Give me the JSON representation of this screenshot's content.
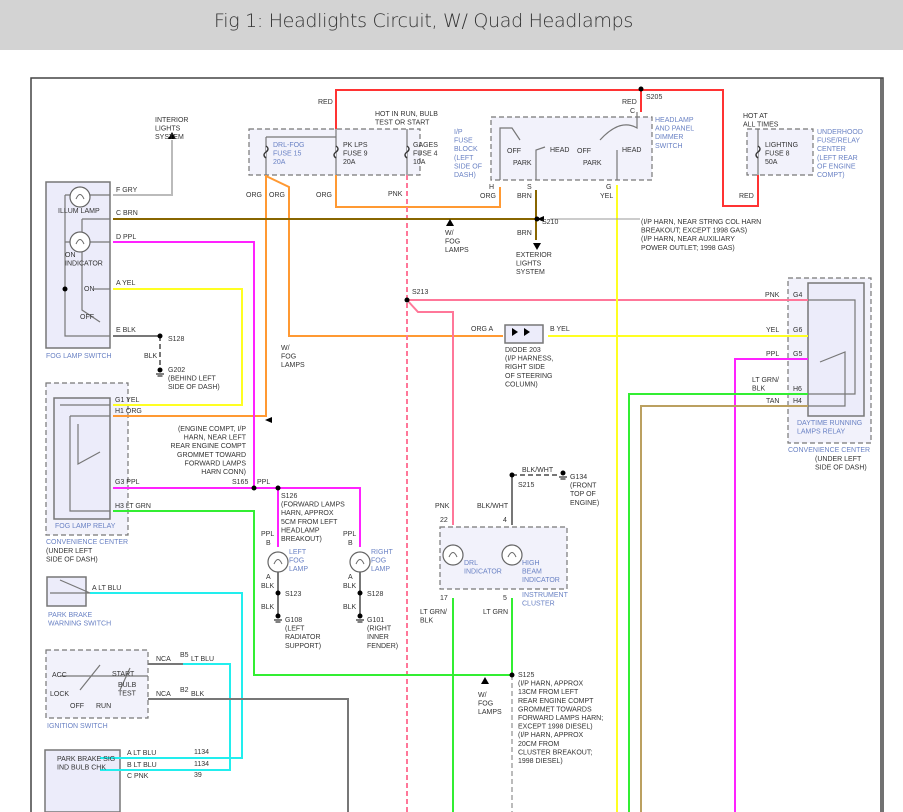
{
  "header": {
    "title": "Fig 1: Headlights Circuit, W/ Quad Headlamps"
  },
  "wire_colors": {
    "red": "#ff3333",
    "org": "#ff9933",
    "pnk": "#ff7799",
    "brn": "#886600",
    "yel": "#ffff22",
    "ppl": "#ff22ff",
    "ltgrn": "#33ee33",
    "ltblu": "#22eeee",
    "tan": "#bba060",
    "blk": "#777777",
    "gry": "#bbbbbb"
  },
  "labels": {
    "red_top": "RED",
    "red_c": "RED",
    "c": "C",
    "s205": "S205",
    "hot_run": [
      "HOT IN RUN, BULB",
      "TEST OR START"
    ],
    "ip_fuse_block": [
      "I/P",
      "FUSE",
      "BLOCK",
      "(LEFT",
      "SIDE OF",
      "DASH)"
    ],
    "drl_fog": [
      "DRL-FOG",
      "FUSE 15",
      "20A"
    ],
    "pk_lps": [
      "PK LPS",
      "FUSE 9",
      "20A"
    ],
    "gages": [
      "GAGES",
      "FUSE 4",
      "10A"
    ],
    "interior": [
      "INTERIOR",
      "LIGHTS",
      "SYSTEM"
    ],
    "org1": "ORG",
    "org2": "ORG",
    "org3": "ORG",
    "pnk1": "PNK",
    "headlamp_switch": [
      "HEADLAMP",
      "AND PANEL",
      "DIMMER",
      "SWITCH"
    ],
    "off1": "OFF",
    "park1": "PARK",
    "head1": "HEAD",
    "off2": "OFF",
    "park2": "PARK",
    "head2": "HEAD",
    "h": "H",
    "h_org": "ORG",
    "s": "S",
    "s_brn": "BRN",
    "g": "G",
    "g_yel": "YEL",
    "hot_all": [
      "HOT AT",
      "ALL TIMES"
    ],
    "lighting_fuse": [
      "LIGHTING",
      "FUSE 8",
      "50A"
    ],
    "underhood": [
      "UNDERHOOD",
      "FUSE/RELAY",
      "CENTER",
      "(LEFT REAR",
      "OF ENGINE",
      "COMPT)"
    ],
    "red_right": "RED",
    "s210": "S210",
    "brn2": "BRN",
    "s210_note": [
      "(I/P HARN, NEAR STRNG COL HARN",
      "BREAKOUT; EXCEPT 1998 GAS)",
      "(I/P HARN, NEAR AUXILIARY",
      "POWER OUTLET; 1998 GAS)"
    ],
    "exterior": [
      "EXTERIOR",
      "LIGHTS",
      "SYSTEM"
    ],
    "wfog1": [
      "W/",
      "FOG",
      "LAMPS"
    ],
    "f_gry": "F  GRY",
    "c_brn": "C  BRN",
    "d_ppl": "D  PPL",
    "a_yel": "A  YEL",
    "e_blk": "E  BLK",
    "illum": "ILLUM LAMP",
    "on_ind": [
      "ON",
      "INDICATOR"
    ],
    "on": "ON",
    "off": "OFF",
    "fog_switch": "FOG LAMP SWITCH",
    "s128a": "S128",
    "blk1": "BLK",
    "g202": [
      "G202",
      "(BEHIND LEFT",
      "SIDE OF DASH)"
    ],
    "wfog2": [
      "W/",
      "FOG",
      "LAMPS"
    ],
    "s213": "S213",
    "pnk_g4": "PNK",
    "g4": "G4",
    "yel_g6": "YEL",
    "g6": "G6",
    "ppl_g5": "PPL",
    "g5": "G5",
    "ltgrn_h6": [
      "LT GRN/",
      "BLK"
    ],
    "h6": "H6",
    "tan_h4": "TAN",
    "h4": "H4",
    "drl_relay": [
      "DAYTIME RUNNING",
      "LAMPS RELAY"
    ],
    "conv_right": "CONVENIENCE CENTER",
    "conv_right_loc": [
      "(UNDER LEFT",
      "SIDE OF DASH)"
    ],
    "org_a": "ORG  A",
    "b_yel": "B  YEL",
    "diode": [
      "DIODE 203",
      "(I/P HARNESS,",
      "RIGHT SIDE",
      "OF STEERING",
      "COLUMN)"
    ],
    "g1_yel": "G1  YEL",
    "h1_org": "H1  ORG",
    "g3_ppl": "G3  PPL",
    "h3_ltgrn": "H3  LT GRN",
    "fog_relay": "FOG LAMP RELAY",
    "conv_left": "CONVENIENCE CENTER",
    "conv_left_loc": [
      "(UNDER LEFT",
      "SIDE OF DASH)"
    ],
    "s165_note": [
      "(ENGINE COMPT, I/P",
      "HARN, NEAR LEFT",
      "REAR ENGINE COMPT",
      "GROMMET TOWARD",
      "FORWARD LAMPS",
      "HARN CONN)"
    ],
    "s165": "S165",
    "ppl2": "PPL",
    "s126": [
      "S126",
      "(FORWARD LAMPS",
      "HARN, APPROX",
      "5CM FROM LEFT",
      "HEADLAMP",
      "BREAKOUT)"
    ],
    "ppl_l": "PPL",
    "b_l": "B",
    "left_fog": [
      "LEFT",
      "FOG",
      "LAMP"
    ],
    "a_l": "A",
    "blk_l": "BLK",
    "s123": "S123",
    "blk_l2": "BLK",
    "g108": [
      "G108",
      "(LEFT",
      "RADIATOR",
      "SUPPORT)"
    ],
    "ppl_r": "PPL",
    "b_r": "B",
    "right_fog": [
      "RIGHT",
      "FOG",
      "LAMP"
    ],
    "a_r": "A",
    "blk_r": "BLK",
    "s128b": "S128",
    "blk_r2": "BLK",
    "g101": [
      "G101",
      "(RIGHT",
      "INNER",
      "FENDER)"
    ],
    "blkwht1": "BLK/WHT",
    "g134": [
      "G134",
      "(FRONT",
      "TOP OF",
      "ENGINE)"
    ],
    "s215": "S215",
    "pnk22": "PNK",
    "n22": "22",
    "blkwht2": "BLK/WHT",
    "n4": "4",
    "drl_ind": [
      "DRL",
      "INDICATOR"
    ],
    "hb_ind": [
      "HIGH",
      "BEAM",
      "INDICATOR"
    ],
    "cluster": [
      "INSTRUMENT",
      "CLUSTER"
    ],
    "n17": "17",
    "ltgrnblk": [
      "LT GRN/",
      "BLK"
    ],
    "n5": "5",
    "ltgrn5": "LT GRN",
    "s125": [
      "S125",
      "(I/P HARN, APPROX",
      "13CM FROM LEFT",
      "REAR ENGINE COMPT",
      "GROMMET TOWARDS",
      "FORWARD LAMPS HARN;",
      "EXCEPT 1998 DIESEL)",
      "(I/P HARN, APPROX",
      "20CM FROM",
      "CLUSTER BREAKOUT;",
      "1998 DIESEL)"
    ],
    "wfog3": [
      "W/",
      "FOG",
      "LAMPS"
    ],
    "pb_a": "A  LT BLU",
    "pb_switch": [
      "PARK BRAKE",
      "WARNING SWITCH"
    ],
    "acc": "ACC",
    "lock": "LOCK",
    "off3": "OFF",
    "run": "RUN",
    "start": "START",
    "bulb": [
      "BULB",
      "TEST"
    ],
    "ign": "IGNITION SWITCH",
    "nca1": "NCA",
    "b5": "B5",
    "ltblu1": "LT BLU",
    "nca2": "NCA",
    "b2": "B2",
    "blk3": "BLK",
    "pbsig": [
      "PARK BRAKE SIG",
      "IND BULB CHK"
    ],
    "pa": "A  LT BLU",
    "pa_n": "1134",
    "pb": "B  LT BLU",
    "pb_n": "1134",
    "pc": "C  PNK",
    "pc_n": "39"
  }
}
